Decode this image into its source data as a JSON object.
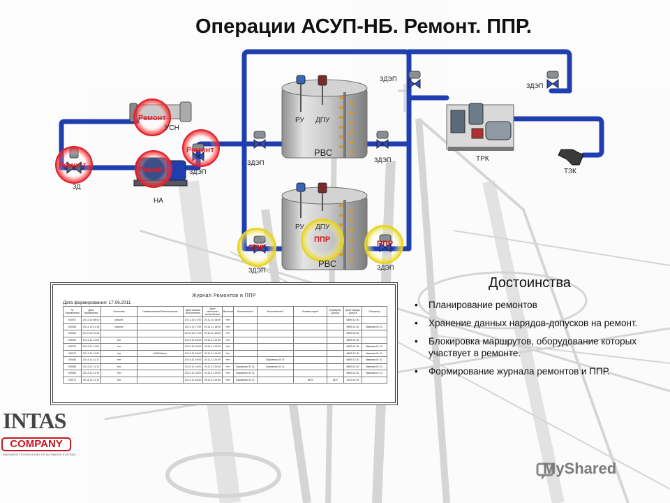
{
  "title": "Операции АСУП-НБ. Ремонт. ППР.",
  "equipment_labels": {
    "tank_top": "РВС",
    "tank_bottom": "РВС",
    "ru_top": "РУ",
    "dpu_top": "ДПУ",
    "ru_bottom": "РУ",
    "dpu_bottom": "ДПУ",
    "zdep_1": "ЗДЭП",
    "zdep_2": "ЗДЭП",
    "zdep_3": "ЗДЭП",
    "zdep_4": "ЗДЭП",
    "zdep_5": "ЗДЭП",
    "zdep_6": "ЗДЭП",
    "zdep_7": "ЗДЭП",
    "usn": "УСН",
    "na": "НА",
    "zd": "ЗД",
    "trk": "ТРК",
    "tzk": "ТЗК"
  },
  "badges": {
    "repair_usn": "Ремонт",
    "repair_zd": "Ремонт",
    "repair_na": "Ремонт",
    "repair_zdep": "Ремонт",
    "ppr_left": "ППР",
    "ppr_tank": "ППР",
    "ppr_right": "ППР"
  },
  "journal": {
    "title": "Журнал Ремонтов и ППР",
    "date_label": "Дата формирования: 17.06.2011",
    "headers": [
      "№ Присвоения",
      "Дата присвоения",
      "Описание",
      "Наименование/Расположение",
      "Дата начала выполнения",
      "Дата окончания выполнения",
      "Выполнение",
      "Исполнитель1",
      "Исполнитель2",
      "Комментарий",
      "Блокиров. Допуск",
      "Дата Наряд-Допуск",
      "Оператор"
    ],
    "rows": [
      [
        "000/57",
        "20.11.10 08:00",
        "ремонт",
        "",
        "20.11.10 17:00",
        "20.11.10 18:00",
        "Нет",
        "",
        "",
        "",
        "",
        "6899.12.30",
        ""
      ],
      [
        "000/55",
        "20.11.10 11:16",
        "ремонт",
        "",
        "20.11.11 17:00",
        "20.11.11 18:00",
        "Нет",
        "",
        "",
        "",
        "",
        "6899.12.30",
        "Иванова М. Ю."
      ],
      [
        "000/54",
        "20.10.10 10:31",
        "",
        "",
        "20.10.10 17:00",
        "20.11.10 18:00",
        "Нет",
        "",
        "",
        "",
        "",
        "6899.12.30",
        ""
      ],
      [
        "000/53",
        "20.10.11 11:00",
        "ппт",
        "",
        "20.10.11 18:00",
        "20.11.11 19:00",
        "Нет",
        "",
        "",
        "",
        "",
        "6899.12.30",
        ""
      ],
      [
        "000/75",
        "20.10.11 11:00",
        "ппт",
        "",
        "20.10.11 18:00",
        "20.11.11 19:00",
        "Нет",
        "",
        "",
        "",
        "",
        "6899.12.30",
        "Иванова М. Ю."
      ],
      [
        "000/76",
        "20.10.11 11:00",
        "ппт",
        "АНМ/Насос",
        "20.10.11 18:00",
        "20.11.11 19:00",
        "Нет",
        "",
        "",
        "",
        "",
        "6899.12.30",
        "Иванова М. Ю."
      ],
      [
        "000/80",
        "20.10.11 11:11",
        "ппт",
        "",
        "20.10.11 19:00",
        "20.11.11 20:00",
        "Нет",
        "",
        "Ефименко М. В.",
        "",
        "",
        "6899.12.30",
        "Иванова М. Ю."
      ],
      [
        "000/85",
        "20.10.11 11:11",
        "ппт",
        "",
        "20.10.11 19:00",
        "20.11.11 20:00",
        "Нет",
        "Ефименко М. В.",
        "Ефименко М. В.",
        "",
        "",
        "6899.12.30",
        "Иванова М. Ю."
      ],
      [
        "000/65",
        "20.10.11 11:11",
        "ппт",
        "",
        "20.10.11 18:00",
        "20.11.11 19:00",
        "Нет",
        "Ефименко М. В.",
        "",
        "",
        "",
        "6899.12.30",
        "Иванова М. Ю."
      ],
      [
        "000/70",
        "20.10.11 11:11",
        "ппт",
        "",
        "20.10.11 18:00",
        "20.11.11 19:00",
        "Нет",
        "Ефименко М. В.",
        "",
        "ИНЗ",
        "ЦНТ",
        "2010.11.09",
        ""
      ]
    ]
  },
  "advantages": {
    "title": "Достоинства",
    "items": [
      "Планирование ремонтов",
      "Хранение данных нарядов-допусков на ремонт.",
      "Блокировка маршрутов, оборудование которых участвует в ремонте.",
      "Формирование журнала ремонтов и ППР."
    ]
  },
  "logo": {
    "name": "INTAS",
    "company": "COMPANY",
    "tagline": "INNOVATIVE TECHNOLOGIES OF AUTOMATED SYSTEMS"
  },
  "watermark": "MyShared",
  "colors": {
    "pipe": "#1f3fb0",
    "repair": "#e0202a",
    "ppr": "#e8d21a",
    "tank": "#b8b8b8"
  }
}
